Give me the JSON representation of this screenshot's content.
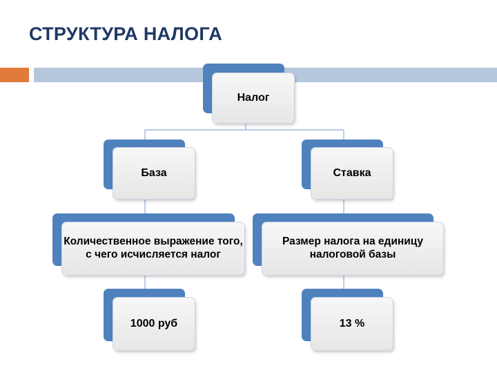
{
  "slide": {
    "title": "СТРУКТУРА НАЛОГА"
  },
  "diagram": {
    "root": "Налог",
    "left": {
      "level1": "База",
      "level2": "Количественное выражение того, с чего исчисляется налог",
      "level3": "1000 руб"
    },
    "right": {
      "level1": "Ставка",
      "level2": "Размер налога на единицу налоговой базы",
      "level3": "13 %"
    }
  },
  "colors": {
    "title": "#1f3864",
    "accent_orange": "#e07b39",
    "accent_bar": "#b4c7dc",
    "node_back": "#4f81bd",
    "node_front": "#efefef",
    "connector": "#8eaadb"
  }
}
